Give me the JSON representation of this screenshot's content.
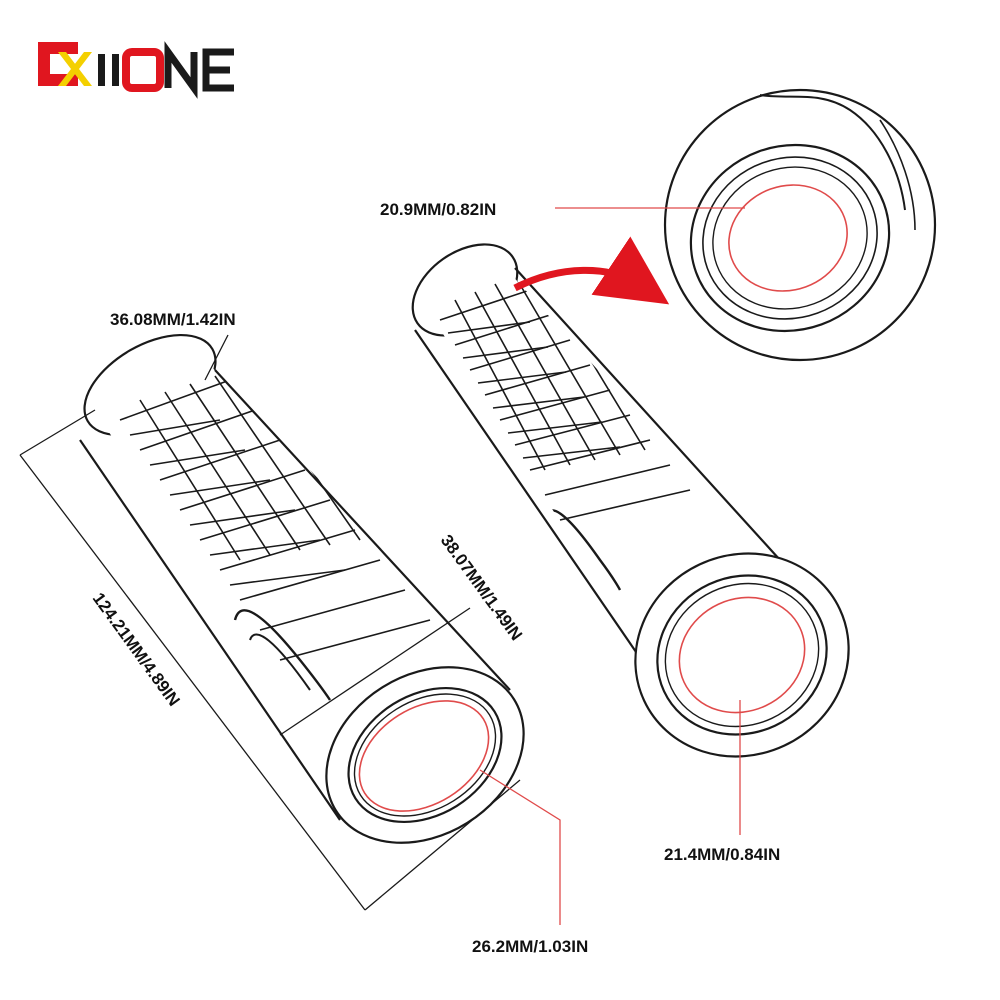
{
  "brand": {
    "logo_text": "CXIIONE",
    "colors": {
      "primary": "#e0161f",
      "accent": "#f4d000",
      "dark": "#1a1a1a"
    }
  },
  "colors": {
    "measure_line": "#e04b4b",
    "outline": "#1a1a1a",
    "background": "#ffffff"
  },
  "dimensions": {
    "length": "124.21MM/4.89IN",
    "outer_diameter_end": "36.08MM/1.42IN",
    "outer_diameter_body": "38.07MM/1.49IN",
    "inner_diameter_left": "26.2MM/1.03IN",
    "inner_diameter_right": "21.4MM/0.84IN",
    "inner_diameter_detail": "20.9MM/0.82IN"
  }
}
